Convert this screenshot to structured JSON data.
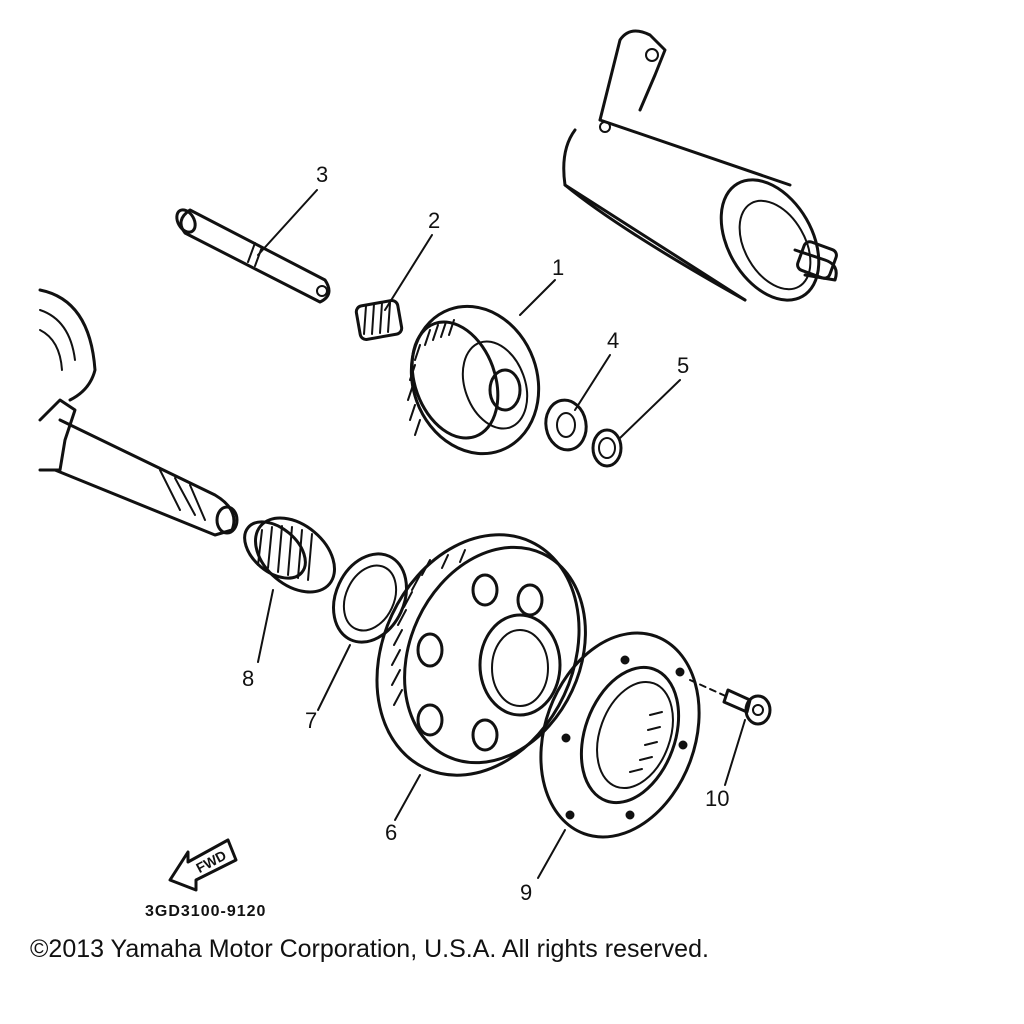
{
  "diagram": {
    "callouts": [
      {
        "id": "1",
        "label": "1"
      },
      {
        "id": "2",
        "label": "2"
      },
      {
        "id": "3",
        "label": "3"
      },
      {
        "id": "4",
        "label": "4"
      },
      {
        "id": "5",
        "label": "5"
      },
      {
        "id": "6",
        "label": "6"
      },
      {
        "id": "7",
        "label": "7"
      },
      {
        "id": "8",
        "label": "8"
      },
      {
        "id": "9",
        "label": "9"
      },
      {
        "id": "10",
        "label": "10"
      }
    ],
    "fwd_label": "FWD",
    "diagram_code": "3GD3100-9120"
  },
  "footer": {
    "copyright": "©2013 Yamaha Motor Corporation, U.S.A. All rights reserved."
  }
}
